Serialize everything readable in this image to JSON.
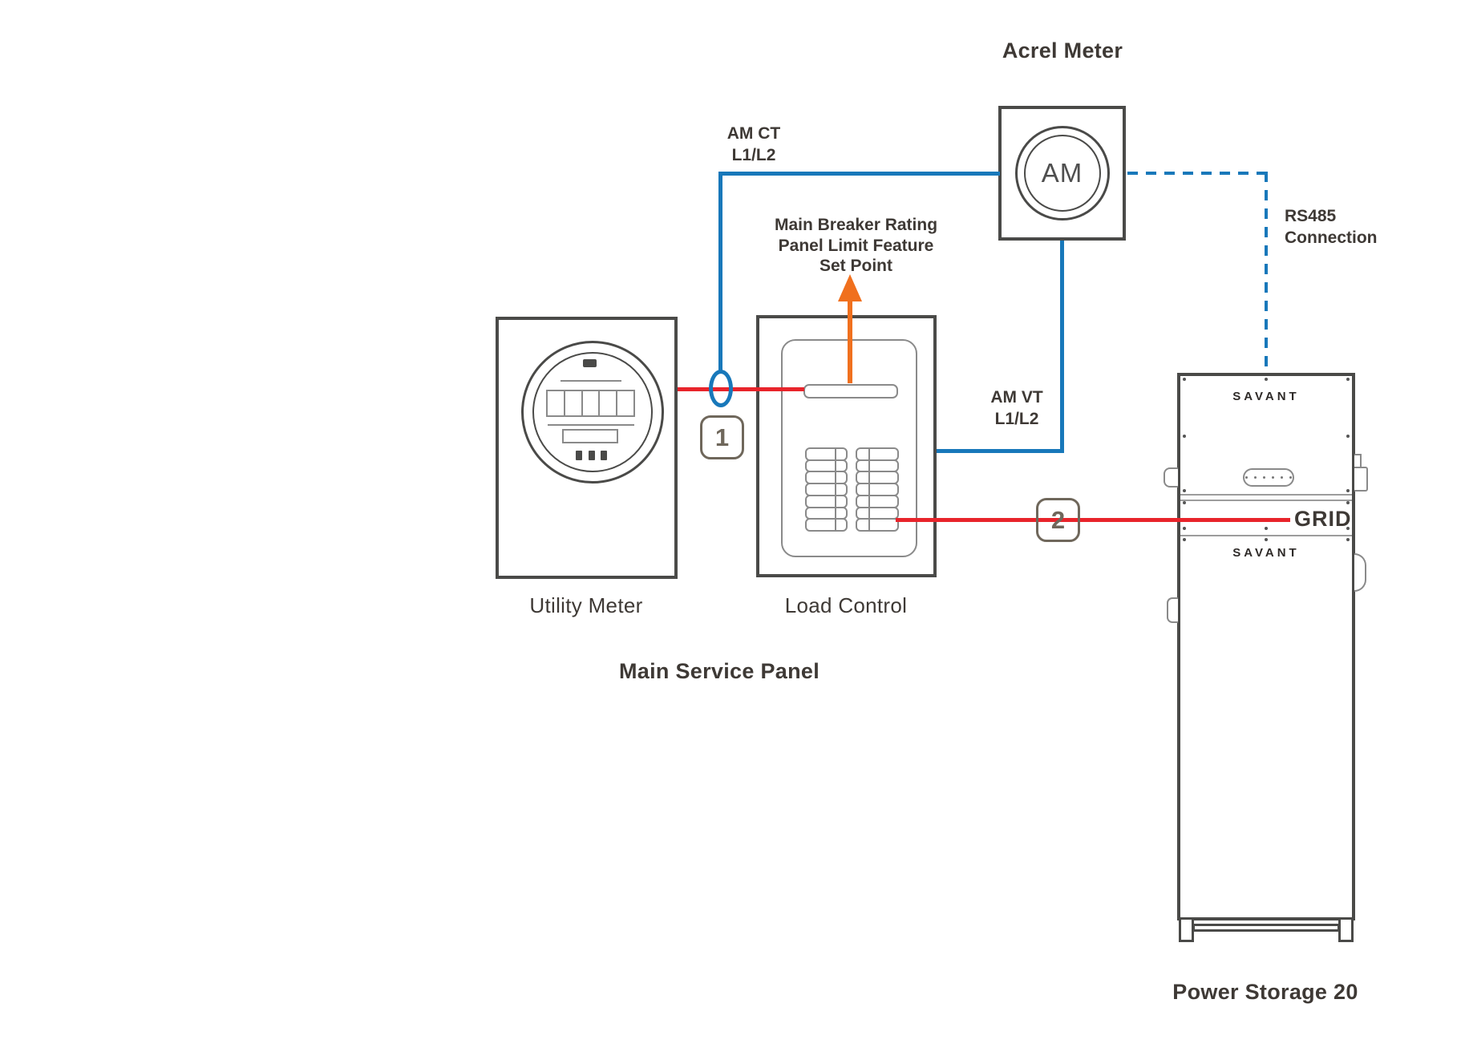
{
  "diagram": {
    "acrel": {
      "title": "Acrel Meter",
      "symbol": "AM"
    },
    "annotations": {
      "am_ct": "AM CT\nL1/L2",
      "main_breaker_note": "Main Breaker Rating\nPanel Limit Feature\nSet Point",
      "am_vt": "AM VT\nL1/L2",
      "rs485": "RS485\nConnection",
      "grid": "GRID"
    },
    "badges": {
      "one": "1",
      "two": "2"
    },
    "utility_meter": {
      "label": "Utility Meter"
    },
    "load_control": {
      "label": "Load Control"
    },
    "main_service_panel": {
      "label": "Main Service Panel"
    },
    "power_storage": {
      "brand_top": "SAVANT",
      "brand_bottom": "SAVANT",
      "label": "Power Storage 20"
    }
  },
  "colors": {
    "wire_blue": "#1878ba",
    "wire_red": "#e8242b",
    "arrow_orange": "#f0701e",
    "outline_dark": "#4a4a48",
    "outline_light": "#8c8c8c",
    "text_dark": "#3e3935",
    "badge_taupe": "#6f675b"
  }
}
